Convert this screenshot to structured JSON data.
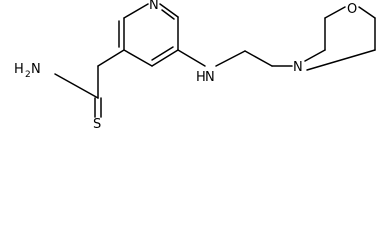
{
  "molecule": {
    "atoms": {
      "pyridine_n": "N",
      "amide_n": "N",
      "amine_h": "H",
      "morpholine_n": "N",
      "morpholine_o": "O",
      "thio_s": "S",
      "amine_h2_main": "H",
      "amine_h2_sub": "2",
      "amine_h2_n": "N"
    },
    "colors": {
      "bond": "#000000",
      "label": "#000000",
      "background": "#ffffff"
    }
  }
}
